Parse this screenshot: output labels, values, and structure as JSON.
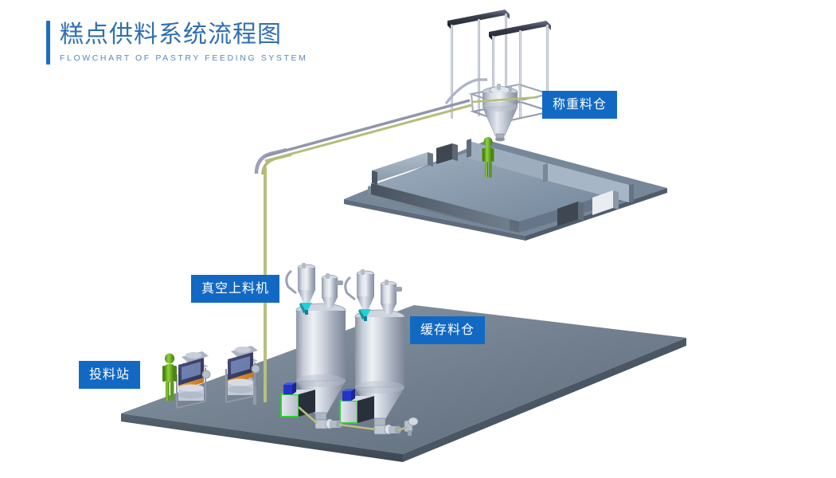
{
  "header": {
    "title_cn": "糕点供料系统流程图",
    "title_en": "FLOWCHART OF PASTRY FEEDING SYSTEM",
    "accent_color": "#1b6ec2",
    "title_color": "#2f6fb2",
    "subtitle_color": "#5b87bd"
  },
  "labels": {
    "weighing_silo": "称重料仓",
    "vacuum_feeder": "真空上料机",
    "buffer_silo": "缓存料仓",
    "feeding_station": "投料站",
    "badge_bg": "#1269c4",
    "badge_text_color": "#ffffff"
  },
  "scene": {
    "background": "#ffffff",
    "equipment": [
      {
        "name": "ceiling-beam-left",
        "type": "beam",
        "note": "dark steel horizontal beam with hanger rods"
      },
      {
        "name": "ceiling-beam-right",
        "type": "beam",
        "note": "dark steel horizontal beam with hanger rods"
      },
      {
        "name": "weighing-hopper",
        "type": "hopper",
        "note": "suspended load-cell hopper, conical discharge"
      },
      {
        "name": "mezzanine-platform",
        "type": "platform",
        "note": "elevated walkway with perimeter railing"
      },
      {
        "name": "worker-upper",
        "type": "figure",
        "note": "operator on mezzanine"
      },
      {
        "name": "worker-lower",
        "type": "figure",
        "note": "operator at feeding station"
      },
      {
        "name": "buffer-silo-1",
        "type": "silo",
        "note": "cylindrical buffer silo with cone bottom"
      },
      {
        "name": "buffer-silo-2",
        "type": "silo",
        "note": "cylindrical buffer silo with cone bottom"
      },
      {
        "name": "vacuum-feeder-1",
        "type": "feeder",
        "note": "vacuum conveyor on silo 1"
      },
      {
        "name": "vacuum-feeder-2",
        "type": "feeder",
        "note": "vacuum conveyor on silo 2"
      },
      {
        "name": "feeding-station-1",
        "type": "station",
        "note": "bag dump station with hood and sifter"
      },
      {
        "name": "feeding-station-2",
        "type": "station",
        "note": "bag dump station with hood and sifter"
      },
      {
        "name": "control-cabinet-1",
        "type": "cabinet",
        "note": "green-framed control panel"
      },
      {
        "name": "control-cabinet-2",
        "type": "cabinet",
        "note": "green-framed control panel"
      },
      {
        "name": "rotary-valve-1",
        "type": "valve",
        "note": "discharge rotary valve under silo 1"
      },
      {
        "name": "rotary-valve-2",
        "type": "valve",
        "note": "discharge rotary valve under silo 2"
      },
      {
        "name": "blower-unit",
        "type": "blower",
        "note": "conveying blower at floor right"
      },
      {
        "name": "floor-slab",
        "type": "floor",
        "note": "lower production floor slab"
      },
      {
        "name": "riser-pipes",
        "type": "pipe",
        "note": "vertical conveying risers"
      },
      {
        "name": "overhead-pipes",
        "type": "pipe",
        "note": "diagonal run to weighing hopper"
      }
    ],
    "colors": {
      "floor": "#6f7e8c",
      "platform": "#93a3b4",
      "steel_light": "#d3d8e2",
      "steel_dark": "#3b4250",
      "pipe_olive": "#b8bf7c",
      "pipe_grey": "#b9bed0",
      "worker_green": "#6ab023",
      "valve_cyan": "#1fd3d8",
      "cabinet_green": "#2bd22b",
      "cabinet_blue": "#2433c8",
      "hood_navy": "#3a3f68",
      "hood_orange": "#e08a2a"
    }
  }
}
